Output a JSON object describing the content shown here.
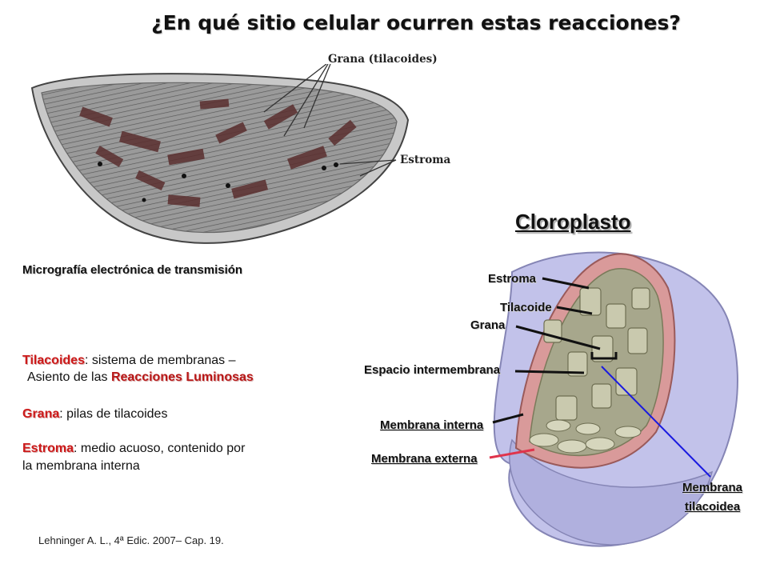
{
  "title": "¿En qué sitio celular ocurren estas reacciones?",
  "micrograph": {
    "label_grana": "Grana (tilacoides)",
    "label_estroma": "Estroma",
    "caption": "Micrografía electrónica de transmisión"
  },
  "definitions": [
    {
      "term": "Tilacoides",
      "text": ": sistema de membranas –",
      "line2_prefix": "Asiento de las ",
      "line2_term": "Reacciones Luminosas"
    },
    {
      "term": "Grana",
      "text": ": pilas de tilacoides"
    },
    {
      "term": "Estroma",
      "text": ": medio acuoso, contenido por",
      "line2": "la membrana interna"
    }
  ],
  "diagram": {
    "title": "Cloroplasto",
    "labels": {
      "estroma": "Estroma",
      "tilacoide": "Tilacoide",
      "grana": "Grana",
      "espacio": "Espacio intermembrana",
      "mem_interna": "Membrana interna",
      "mem_externa": "Membrana externa",
      "mem_tilacoidea_1": "Membrana",
      "mem_tilacoidea_2": "tilacoidea"
    },
    "colors": {
      "outer": "#b9b9e3",
      "inner": "#d99a9a",
      "stroma": "#b5b59a",
      "thylakoid": "#c9c9ae",
      "pointer_red": "#e0344c",
      "pointer_blue": "#1a1ae0"
    }
  },
  "reference": "Lehninger A. L., 4ª Edic. 2007– Cap. 19."
}
